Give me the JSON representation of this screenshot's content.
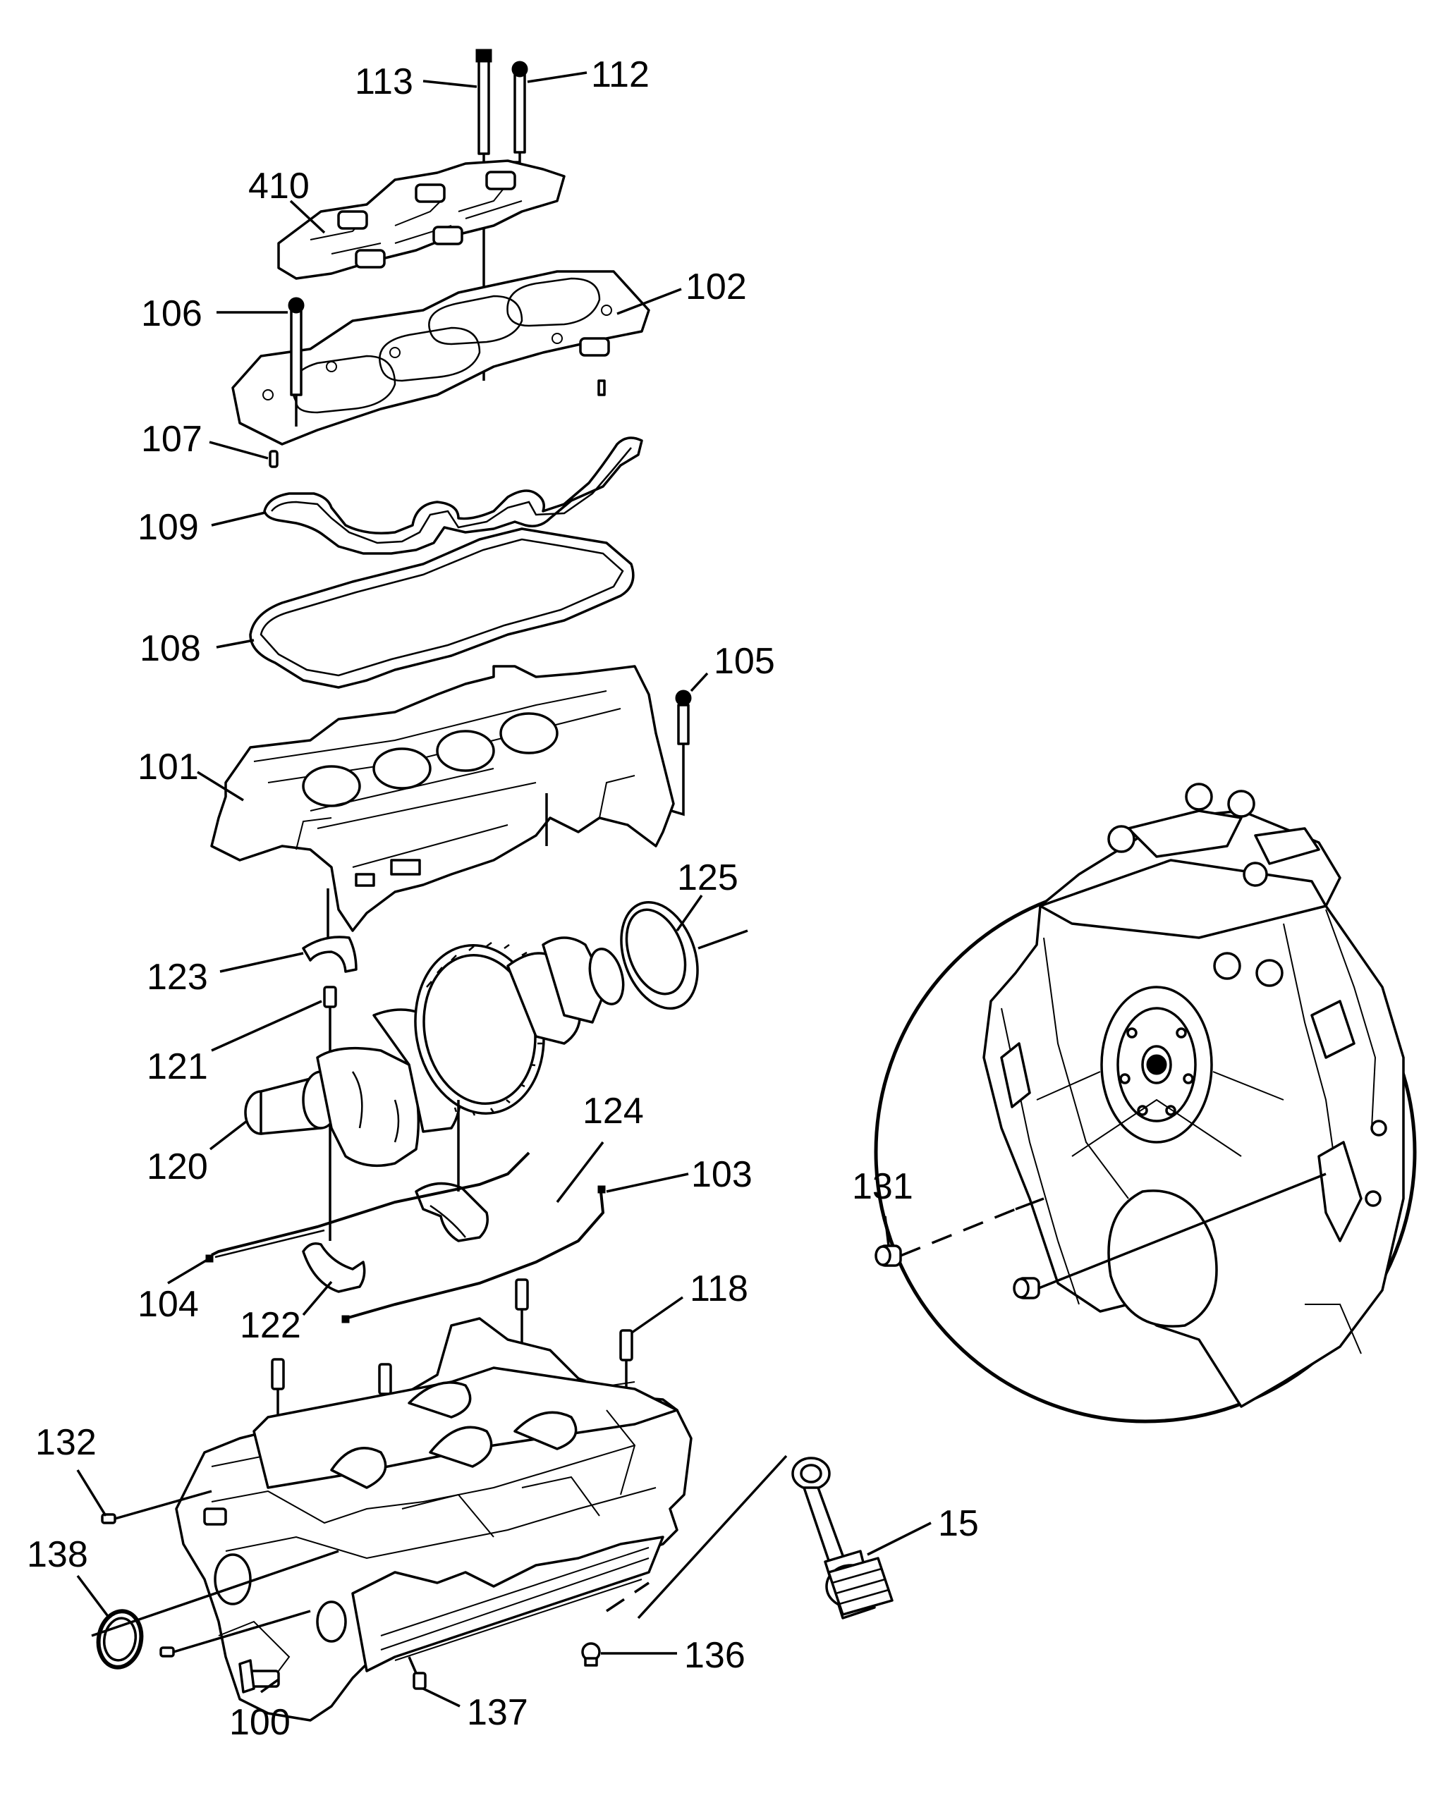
{
  "diagram": {
    "callouts": {
      "c113": "113",
      "c112": "112",
      "c410": "410",
      "c102": "102",
      "c106": "106",
      "c107": "107",
      "c109": "109",
      "c108": "108",
      "c105": "105",
      "c101": "101",
      "c125": "125",
      "c123": "123",
      "c121": "121",
      "c120": "120",
      "c124": "124",
      "c103": "103",
      "c104": "104",
      "c122": "122",
      "c118": "118",
      "c131": "131",
      "c132": "132",
      "c138": "138",
      "c15": "15",
      "c136": "136",
      "c100": "100",
      "c137": "137"
    }
  }
}
